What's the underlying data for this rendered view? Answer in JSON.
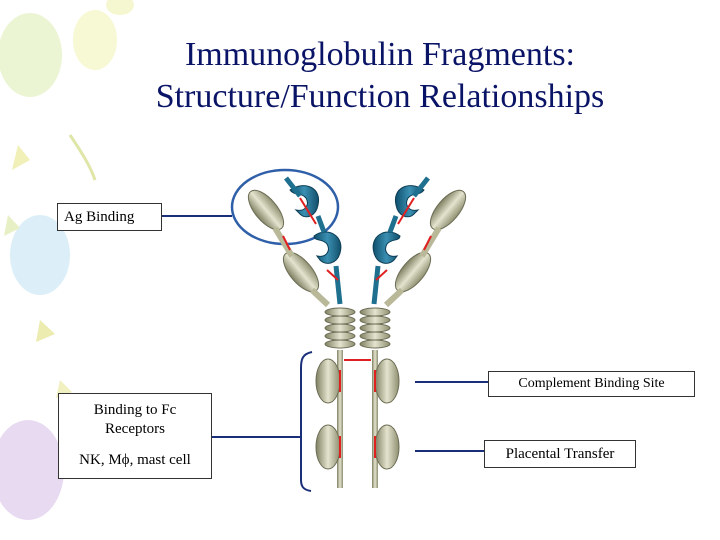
{
  "slide": {
    "title_line1": "Immunoglobulin Fragments:",
    "title_line2": "Structure/Function Relationships"
  },
  "labels": {
    "ag_binding": "Ag Binding",
    "fc_receptor_line1": "Binding to Fc",
    "fc_receptor_line2": "Receptors",
    "fc_receptor_cells": "NK, Mϕ, mast cell",
    "complement": "Complement Binding Site",
    "placental": "Placental Transfer"
  },
  "colors": {
    "title": "#0a1466",
    "heavy_chain": "#1f6f8f",
    "domain": "#b9b99a",
    "disulfide": "#e02020",
    "circle": "#2e5fa8",
    "leader": "#1a2f7a"
  }
}
